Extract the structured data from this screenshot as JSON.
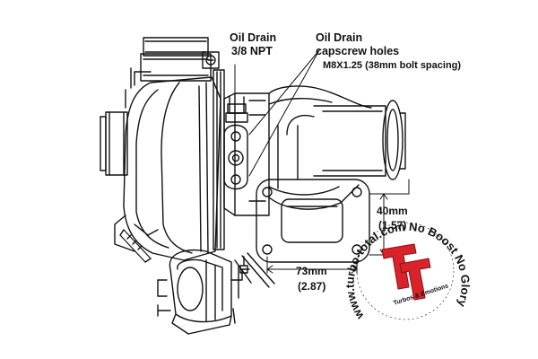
{
  "callouts": {
    "oil_drain_npt": {
      "title": "Oil Drain",
      "spec": "3/8 NPT"
    },
    "oil_drain_holes": {
      "title": "Oil Drain",
      "subtitle": "capscrew holes",
      "spec": "M8X1.25 (38mm bolt spacing)"
    }
  },
  "dimensions": {
    "vertical": {
      "mm": "40mm",
      "inch": "(1.57)"
    },
    "horizontal": {
      "mm": "73mm",
      "inch": "(2.87)"
    }
  },
  "watermark": {
    "arc_text": "www.turbo-total.com No Boost No Glory",
    "brand_tagline": "Turbos & Emotions",
    "logo_letters": "TT"
  },
  "colors": {
    "logo_red": "#d8232a",
    "line": "#111111"
  }
}
